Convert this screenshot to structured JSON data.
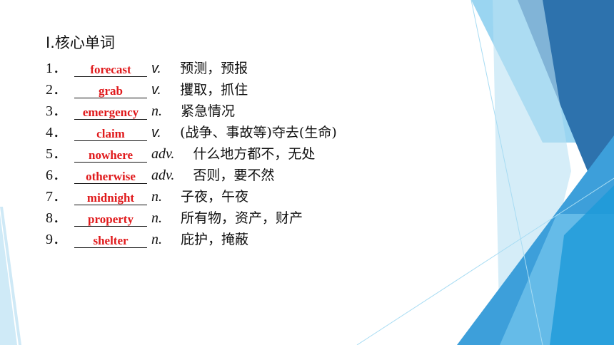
{
  "heading": "Ⅰ.核心单词",
  "items": [
    {
      "num": "1．",
      "answer": "forecast",
      "pos": "v.",
      "meaning": "预测，预报"
    },
    {
      "num": "2．",
      "answer": "grab",
      "pos": "v.",
      "meaning": "攫取，抓住"
    },
    {
      "num": "3．",
      "answer": "emergency",
      "pos": "n.",
      "meaning": "紧急情况"
    },
    {
      "num": "4．",
      "answer": "claim",
      "pos": "v.",
      "meaning": "(战争、事故等)夺去(生命)"
    },
    {
      "num": "5．",
      "answer": "nowhere",
      "pos": "adv.",
      "meaning": "什么地方都不，无处"
    },
    {
      "num": "6．",
      "answer": "otherwise",
      "pos": "adv.",
      "meaning": "否则，要不然"
    },
    {
      "num": "7．",
      "answer": "midnight",
      "pos": "n.",
      "meaning": "子夜，午夜"
    },
    {
      "num": "8．",
      "answer": "property",
      "pos": "n.",
      "meaning": "所有物，资产，财产"
    },
    {
      "num": "9．",
      "answer": "shelter",
      "pos": "n.",
      "meaning": "庇护，掩蔽"
    }
  ],
  "colors": {
    "answer": "#e0191b",
    "accent_dark": "#2e6da4",
    "accent_mid": "#3c9bd6",
    "accent_light": "#7fc8ec"
  }
}
